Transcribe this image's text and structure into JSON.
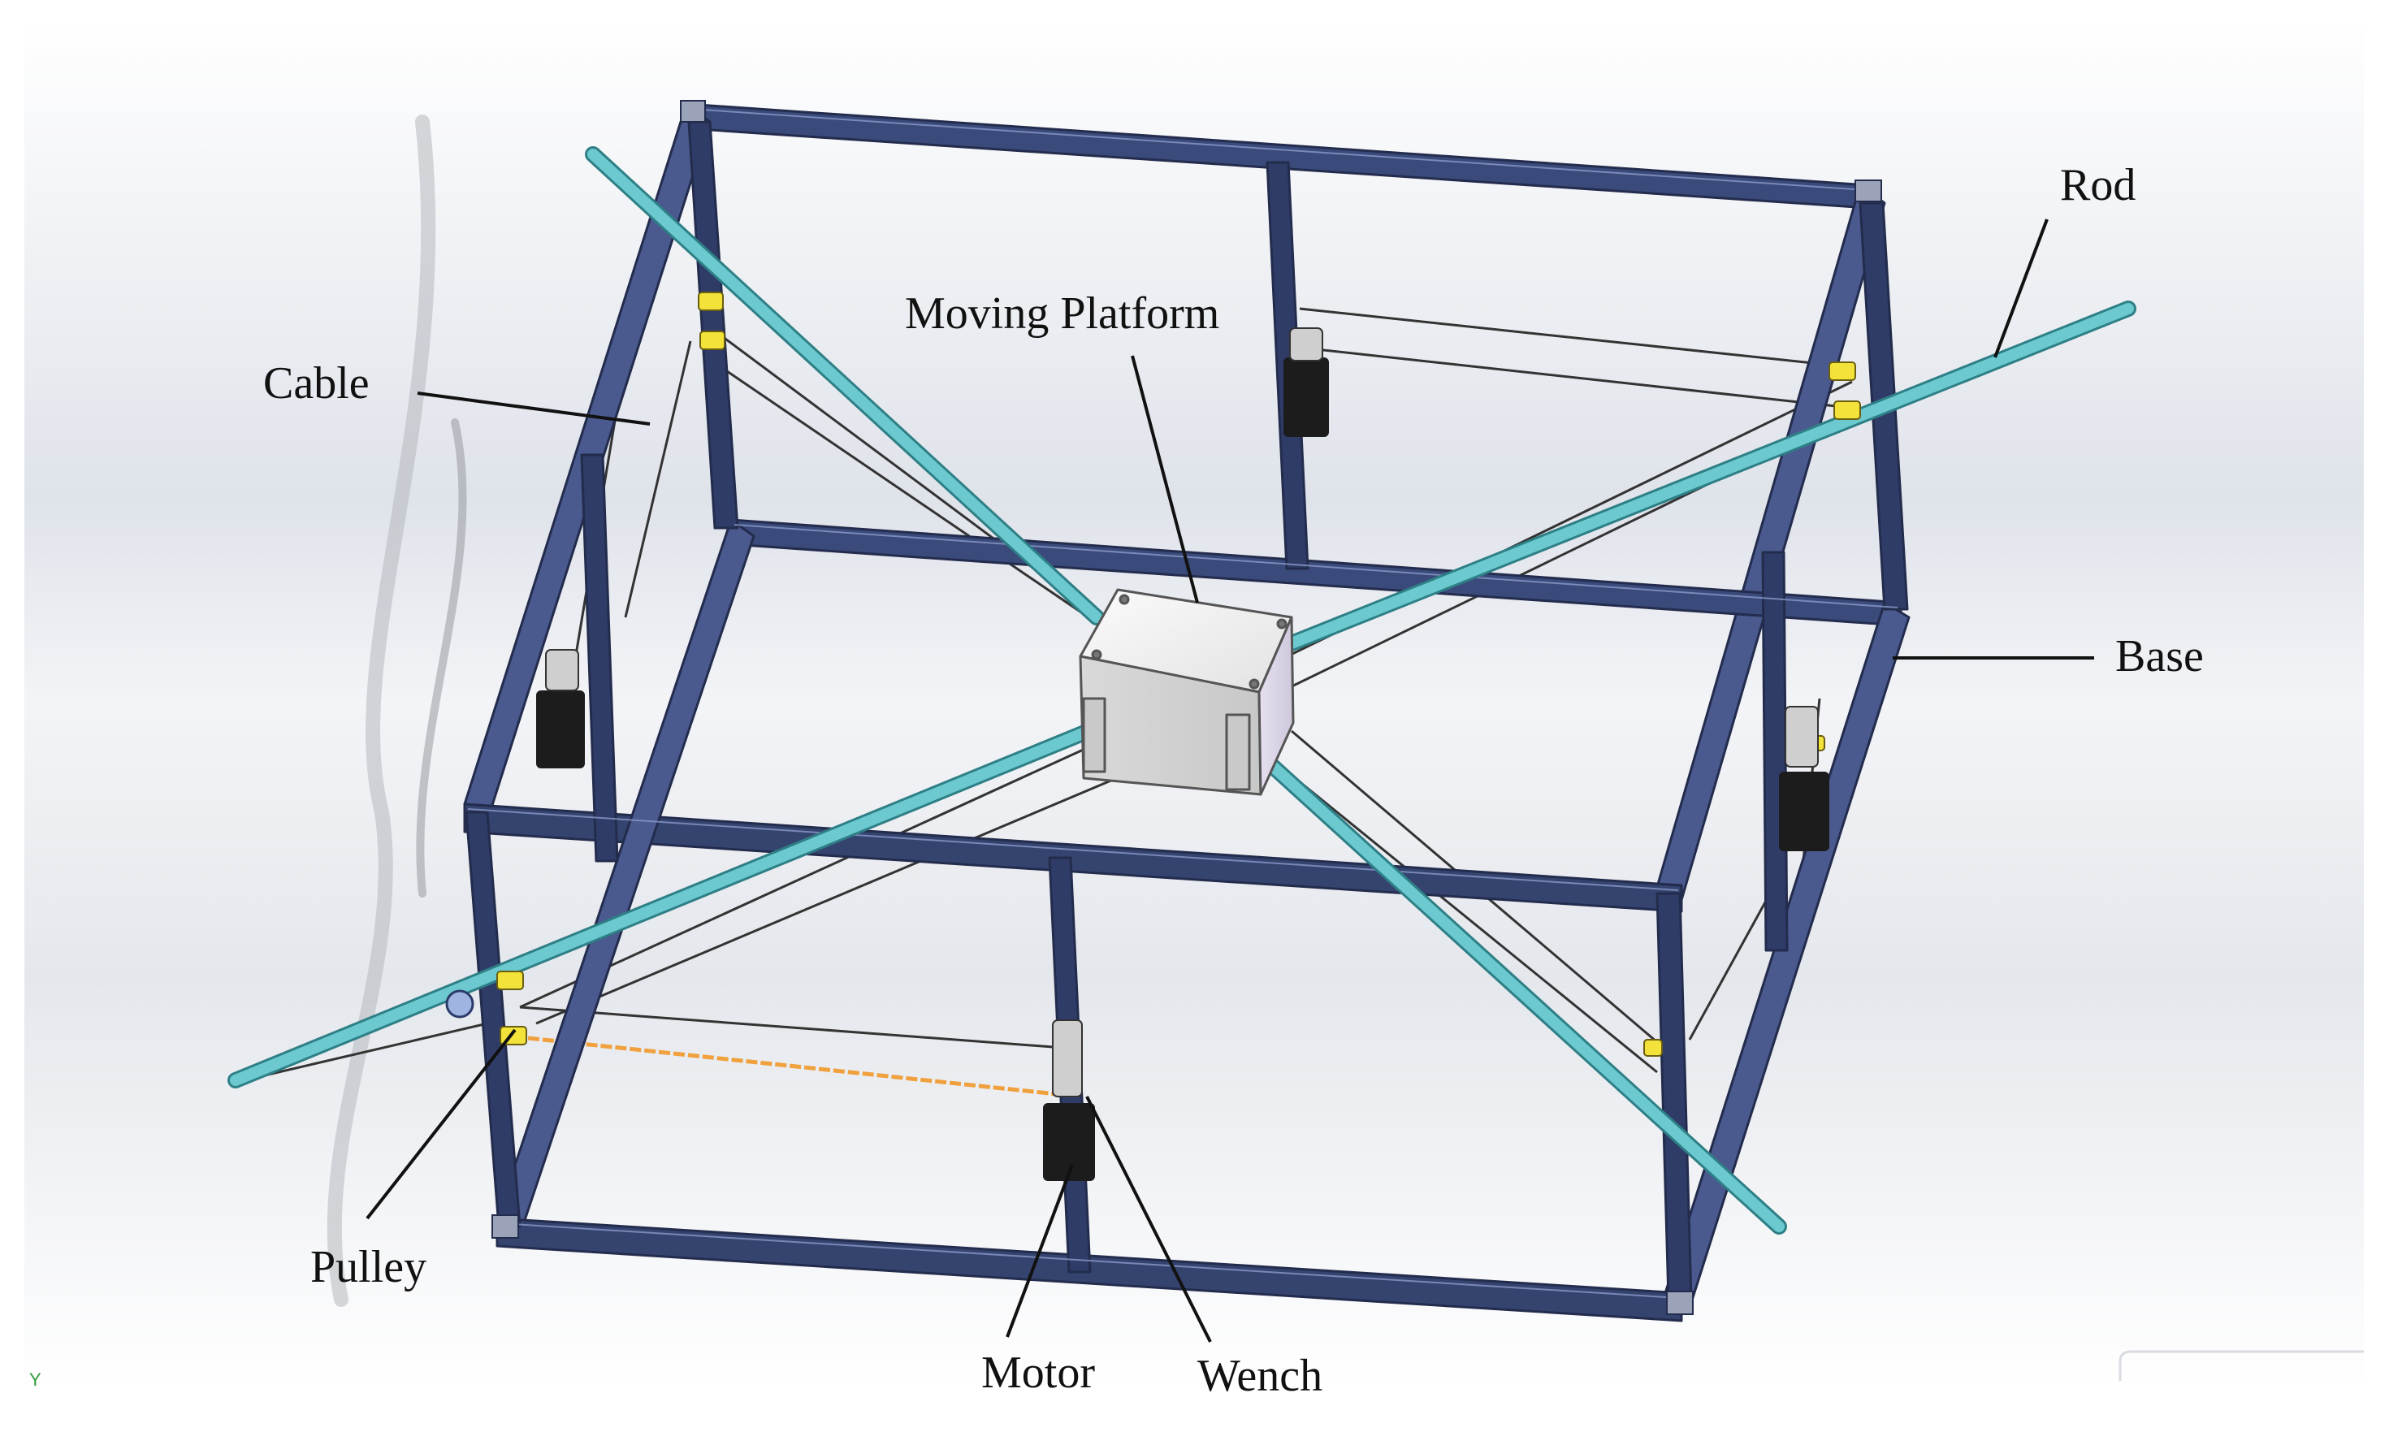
{
  "labels": {
    "rod": "Rod",
    "moving_platform": "Moving Platform",
    "cable": "Cable",
    "base": "Base",
    "pulley": "Pulley",
    "motor": "Motor",
    "wench": "Wench"
  },
  "axis_tag": "Y",
  "colors": {
    "frame": "#3a4a7a",
    "frame_highlight": "#8a98c8",
    "rod": "#6cc9cf",
    "rod_edge": "#2e7f86",
    "cable": "#333333",
    "active_cable": "#f0a03c",
    "pulley": "#f2e23a",
    "motor": "#1c1c1c",
    "platform": "#eeeeee"
  }
}
